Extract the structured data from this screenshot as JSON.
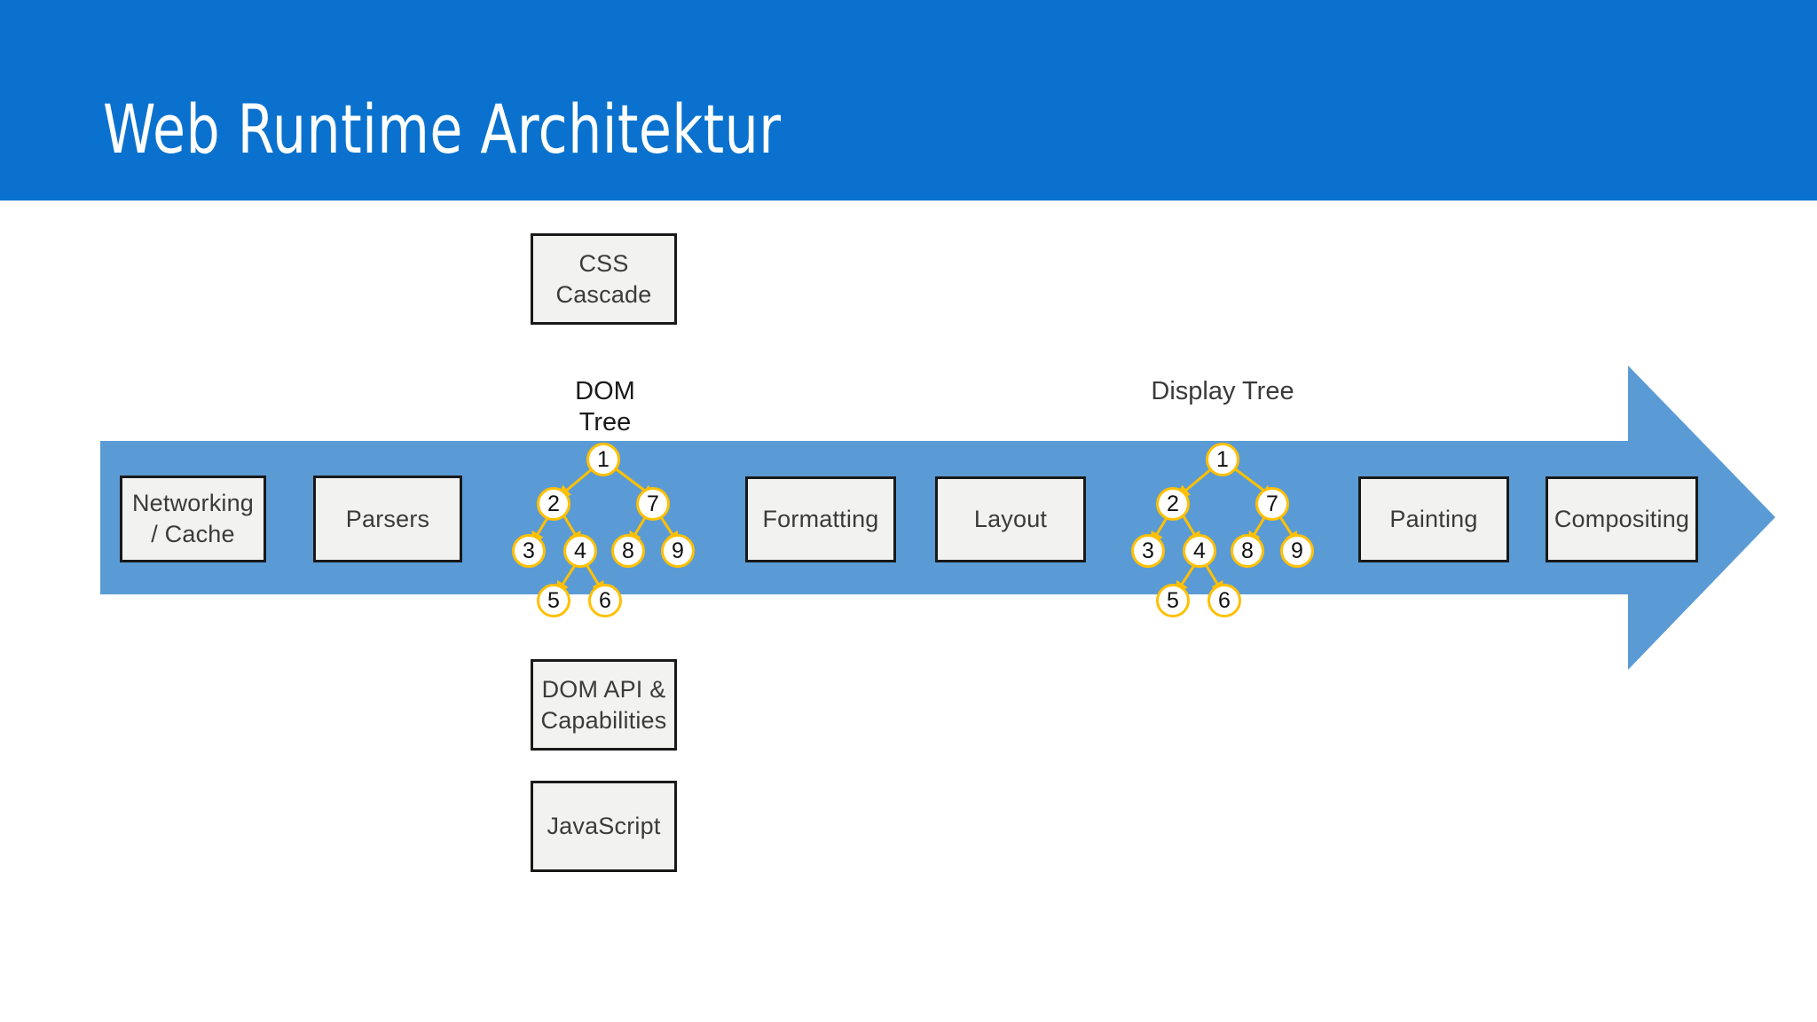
{
  "slide": {
    "title": "Web Runtime Architektur",
    "header_color": "#0a72ce",
    "arrow_color": "#5b9bd5",
    "box_fill": "#f2f2f0",
    "box_border": "#191919",
    "node_ring_color": "#ffc000"
  },
  "pipeline": {
    "stages": [
      {
        "label": "Networking /\nCache"
      },
      {
        "label": "Parsers"
      },
      {
        "label": "Formatting"
      },
      {
        "label": "Layout"
      },
      {
        "label": "Painting"
      },
      {
        "label": "Compositing"
      }
    ]
  },
  "side_boxes": {
    "top": {
      "label": "CSS Cascade"
    },
    "bottom": [
      {
        "label": "DOM API\n& Capabilities"
      },
      {
        "label": "JavaScript"
      }
    ]
  },
  "trees": [
    {
      "name": "dom-tree",
      "label": "DOM\nTree",
      "nodes": [
        "1",
        "2",
        "7",
        "3",
        "4",
        "8",
        "9",
        "5",
        "6"
      ],
      "edges": [
        [
          "1",
          "2"
        ],
        [
          "1",
          "7"
        ],
        [
          "2",
          "3"
        ],
        [
          "2",
          "4"
        ],
        [
          "4",
          "5"
        ],
        [
          "4",
          "6"
        ],
        [
          "7",
          "8"
        ],
        [
          "7",
          "9"
        ]
      ]
    },
    {
      "name": "display-tree",
      "label": "Display Tree",
      "nodes": [
        "1",
        "2",
        "7",
        "3",
        "4",
        "8",
        "9",
        "5",
        "6"
      ],
      "edges": [
        [
          "1",
          "2"
        ],
        [
          "1",
          "7"
        ],
        [
          "2",
          "3"
        ],
        [
          "2",
          "4"
        ],
        [
          "4",
          "5"
        ],
        [
          "4",
          "6"
        ],
        [
          "7",
          "8"
        ],
        [
          "7",
          "9"
        ]
      ]
    }
  ]
}
